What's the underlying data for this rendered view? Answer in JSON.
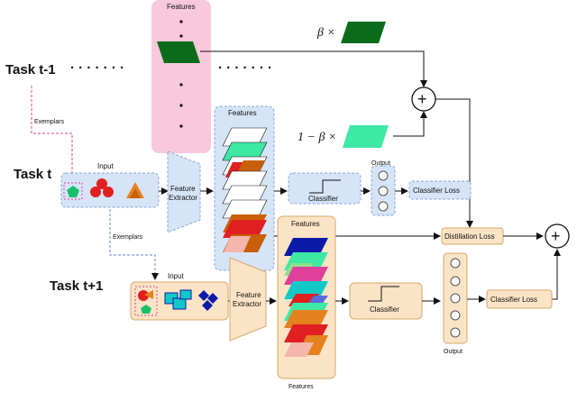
{
  "tasks": {
    "prev": "Task t-1",
    "curr": "Task t",
    "next": "Task t+1"
  },
  "labels": {
    "features": "Features",
    "input": "Input",
    "feature_extractor_line1": "Feature",
    "feature_extractor_line2": "Extractor",
    "feature_extractor_next_line1": "Feature",
    "feature_extractor_next_line2": "Extractor",
    "classifier": "Classifier",
    "output": "Output",
    "classifier_loss": "Classifier Loss",
    "distillation_loss": "Distillation Loss",
    "exemplars": "Exemplars",
    "beta": "β ×",
    "one_minus_beta": "1 − β ×",
    "dots_h1": "· · · · · · ·",
    "dots_h2": "· · · · · · ·",
    "plus": "+"
  },
  "colors": {
    "pink": "#f8c8dc",
    "blue_box": "#d6e4f7",
    "orange_box": "#fbe3c6",
    "dark_green": "#0b6b1a",
    "mint": "#3ee8a5",
    "red": "#e02020",
    "orange": "#e5811f",
    "dark_orange": "#c8600a",
    "navy": "#0c1aa8",
    "cyan": "#10c8c8",
    "salmon": "#f4b6ad",
    "light_green": "#8ee08e",
    "purple_blue": "#5a6adf",
    "magenta_dashed": "#e0409a",
    "pentagon_green": "#19c06a"
  }
}
